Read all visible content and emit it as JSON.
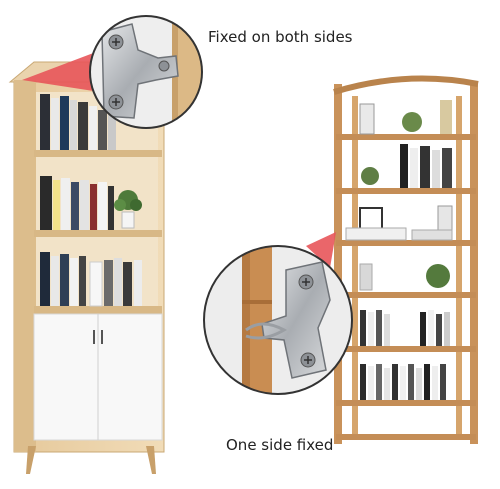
{
  "captions": {
    "top": "Fixed on both sides",
    "bottom": "One side fixed"
  },
  "colors": {
    "wood_light": "#e8cfa8",
    "wood_mid": "#d9b98a",
    "wood_dark": "#b98a52",
    "bamboo": "#c9925a",
    "cabinet_white": "#f7f7f7",
    "metal": "#b9bcc0",
    "pointer_red": "#e8555a",
    "outline": "#333333"
  },
  "icons": {
    "magnifier_top": "bracket-two-sides-zoom",
    "magnifier_bottom": "bracket-one-side-zoom"
  }
}
